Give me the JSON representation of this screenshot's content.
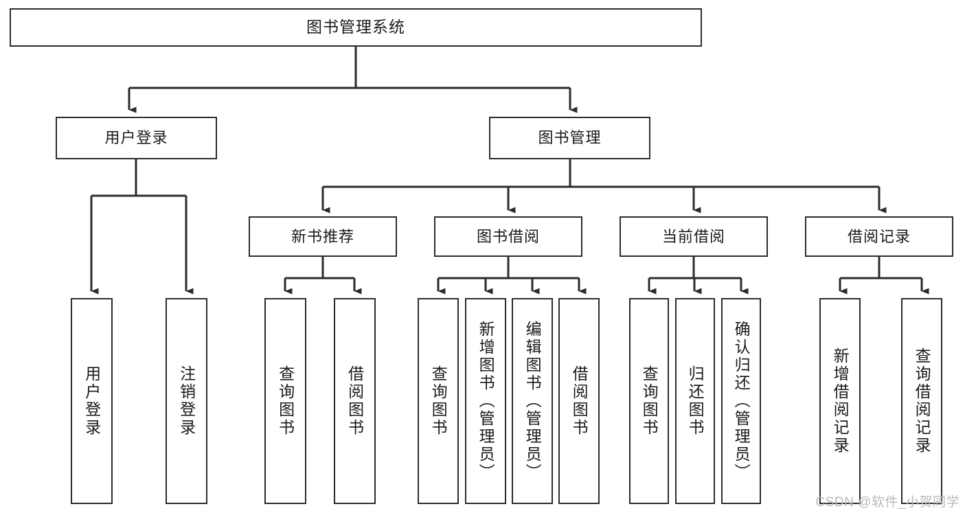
{
  "diagram": {
    "title": "图书管理系统",
    "type": "tree",
    "watermark": "CSDN @软件_小贺同学",
    "colors": {
      "box_border": "#2b2b2b",
      "box_fill": "#ffffff",
      "connector": "#2b2b2b",
      "text": "#1a1a1a",
      "watermark": "#b9b9b9"
    },
    "levels": {
      "root": {
        "id": "root",
        "label": "图书管理系统"
      },
      "level2": [
        {
          "id": "user-login",
          "label": "用户登录"
        },
        {
          "id": "book-manage",
          "label": "图书管理"
        }
      ],
      "level3": [
        {
          "id": "new-book-rec",
          "label": "新书推荐",
          "parent": "book-manage"
        },
        {
          "id": "book-borrow",
          "label": "图书借阅",
          "parent": "book-manage"
        },
        {
          "id": "current-borrow",
          "label": "当前借阅",
          "parent": "book-manage"
        },
        {
          "id": "borrow-record",
          "label": "借阅记录",
          "parent": "book-manage"
        }
      ],
      "leaves": [
        {
          "id": "leaf-user-login",
          "label": "用户登录",
          "parent": "user-login"
        },
        {
          "id": "leaf-user-logout",
          "label": "注销登录",
          "parent": "user-login"
        },
        {
          "id": "leaf-query-book-1",
          "label": "查询图书",
          "parent": "new-book-rec"
        },
        {
          "id": "leaf-borrow-book-1",
          "label": "借阅图书",
          "parent": "new-book-rec"
        },
        {
          "id": "leaf-query-book-2",
          "label": "查询图书",
          "parent": "book-borrow"
        },
        {
          "id": "leaf-add-book",
          "label": "新增图书（管理员）",
          "parent": "book-borrow"
        },
        {
          "id": "leaf-edit-book",
          "label": "编辑图书（管理员）",
          "parent": "book-borrow"
        },
        {
          "id": "leaf-borrow-book-2",
          "label": "借阅图书",
          "parent": "book-borrow"
        },
        {
          "id": "leaf-query-book-3",
          "label": "查询图书",
          "parent": "current-borrow"
        },
        {
          "id": "leaf-return-book",
          "label": "归还图书",
          "parent": "current-borrow"
        },
        {
          "id": "leaf-confirm-return",
          "label": "确认归还（管理员）",
          "parent": "current-borrow"
        },
        {
          "id": "leaf-add-record",
          "label": "新增借阅记录",
          "parent": "borrow-record"
        },
        {
          "id": "leaf-query-record",
          "label": "查询借阅记录",
          "parent": "borrow-record"
        }
      ]
    }
  }
}
